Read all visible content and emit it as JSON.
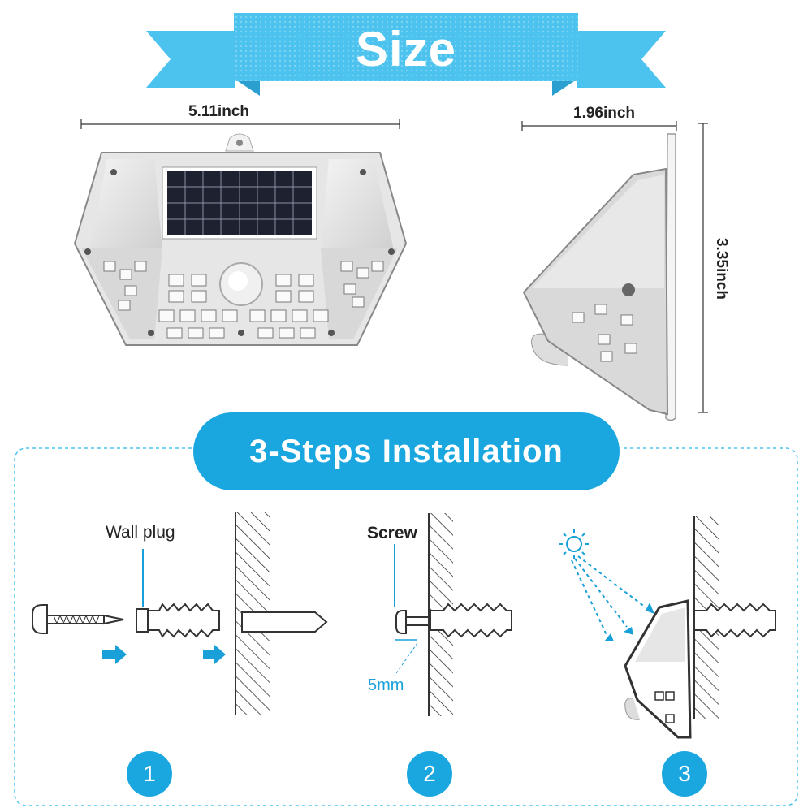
{
  "header": {
    "title": "Size"
  },
  "dimensions": {
    "width": "5.11inch",
    "depth": "1.96inch",
    "height": "3.35inch"
  },
  "install": {
    "title": "3-Steps Installation",
    "wall_plug_label": "Wall plug",
    "screw_label": "Screw",
    "gap_label": "5mm",
    "steps": [
      "1",
      "2",
      "3"
    ]
  },
  "colors": {
    "accent": "#1aa7e0",
    "banner": "#4cc3ee",
    "banner_dark": "#2a9fd0"
  },
  "icons": [
    "sun-icon",
    "arrow-right-icon",
    "screw-icon",
    "wall-plug-icon"
  ]
}
